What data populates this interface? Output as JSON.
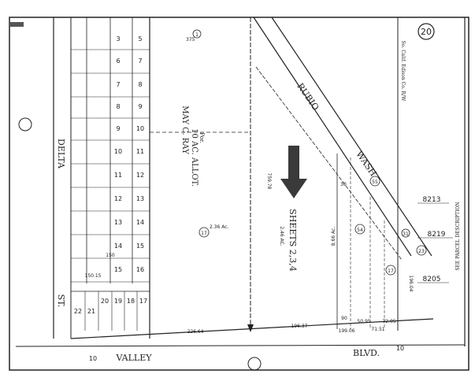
{
  "page": {
    "number": "20"
  },
  "streets": {
    "delta": "DELTA",
    "st": "ST.",
    "valley": "VALLEY",
    "blvd": "BLVD.",
    "rubio": "RUBIO",
    "wash": "WASH",
    "ten_left": "10",
    "ten_right": "10"
  },
  "allotment": {
    "line1": "MAY C. RAY",
    "line2": "10 AC. ALLOT.",
    "line3": "Por."
  },
  "reference": {
    "line1": "SHEETS 2,3,4",
    "line2": "2.46 AC."
  },
  "edison": "So. Calif. Edison Co. R/W",
  "right_codes": {
    "c1": "8213",
    "c2": "8219",
    "c3": "8205"
  },
  "lot_rows": [
    {
      "l": "3",
      "r": "5"
    },
    {
      "l": "6",
      "r": "7"
    },
    {
      "l": "7",
      "r": "8"
    },
    {
      "l": "8",
      "r": "9"
    },
    {
      "l": "9",
      "r": "10"
    },
    {
      "l": "10",
      "r": "11"
    },
    {
      "l": "11",
      "r": "12"
    },
    {
      "l": "12",
      "r": "13"
    },
    {
      "l": "13",
      "r": "14"
    },
    {
      "l": "14",
      "r": "15"
    },
    {
      "l": "15",
      "r": "16"
    }
  ],
  "bottom_lots": {
    "a": "22",
    "b": "21",
    "c": "20",
    "d": "19",
    "e": "18",
    "f": "17"
  },
  "parcel_circles": {
    "p1": "1",
    "p2": "17",
    "p3": "54",
    "p4": "55",
    "p5": "17",
    "p6": "23",
    "p7": "31"
  },
  "dimensions": {
    "d1": "226.64",
    "d2": "196.37",
    "d3": "759.78",
    "d4": "150",
    "d5": "150.15",
    "d6": "30",
    "d7": "375",
    "d8": "199.06",
    "d9": "71.51",
    "d10": "72.05",
    "d11": "50.95",
    "d12": "90",
    "d13": "196.04",
    "d14": "2.36 Ac.",
    "d15": "8.66 Ac."
  },
  "side_text": {
    "vertical": "SEE PARCEL DESCRIPTION"
  },
  "colors": {
    "ink": "#222222",
    "arrow": "#3a3a3a",
    "bg": "#ffffff"
  }
}
